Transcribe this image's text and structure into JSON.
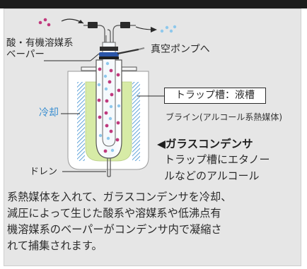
{
  "labels": {
    "acid_line1": "酸・有機溶媒系",
    "acid_line2": "ベーパー",
    "pump": "真空ポンプへ",
    "cooling": "冷却",
    "trap_tank": "トラップ槽：液槽",
    "brine": "ブライン(アルコール系熱媒体)",
    "drain": "ドレン"
  },
  "caption": {
    "heading": "◀ガラスコンデンサ",
    "side_lines": [
      "トラップ槽にエタノー",
      "ルなどのアルコール"
    ],
    "body_lines": [
      "系熱媒体を入れて、ガラスコンデンサを冷却、",
      "減圧によって生じた酸系や溶媒系や低沸点有",
      "機溶媒系のベーパーがコンデンサ内で凝縮さ",
      "れて捕集されます。"
    ]
  },
  "colors": {
    "top_bar": "#1c1c1c",
    "panel": "#e6e6e6",
    "cooling_label": "#3a8ed0",
    "coolant_liquid": "#d7eba6",
    "vapor_dots": "#c0397d",
    "vapor_light_dots": "#8ec8ec",
    "flask_blue_band": "#2a55a8"
  }
}
